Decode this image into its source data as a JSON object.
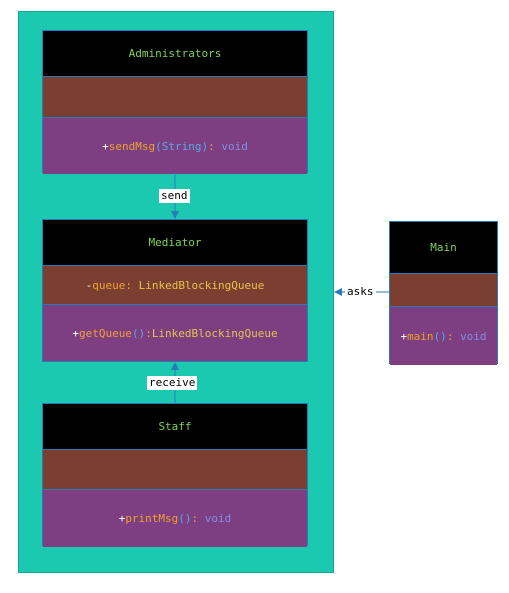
{
  "package": {},
  "classes": {
    "administrators": {
      "name": "Administrators",
      "op": {
        "vis": "+",
        "name": "sendMsg",
        "params": "(String)",
        "sep": ": ",
        "type": "void"
      }
    },
    "mediator": {
      "name": "Mediator",
      "attr": {
        "vis": "-",
        "name": "queue",
        "sep": ": ",
        "type": "LinkedBlockingQueue"
      },
      "op": {
        "vis": "+",
        "name": "getQueue",
        "params": "()",
        "sep": ":",
        "type": "LinkedBlockingQueue"
      }
    },
    "staff": {
      "name": "Staff",
      "op": {
        "vis": "+",
        "name": "printMsg",
        "params": "()",
        "sep": ": ",
        "type": "void"
      }
    },
    "main": {
      "name": "Main",
      "op": {
        "vis": "+",
        "name": "main",
        "params": "()",
        "sep": ": ",
        "type": "void"
      }
    }
  },
  "relations": {
    "send": "send",
    "receive": "receive",
    "asks": "asks"
  },
  "colors": {
    "package_bg": "#1ac9b0",
    "header_bg": "#000000",
    "header_text": "#7fd35a",
    "attr_bg": "#7a3f31",
    "op_bg": "#7d3f82",
    "edge": "#2a7bb5"
  }
}
